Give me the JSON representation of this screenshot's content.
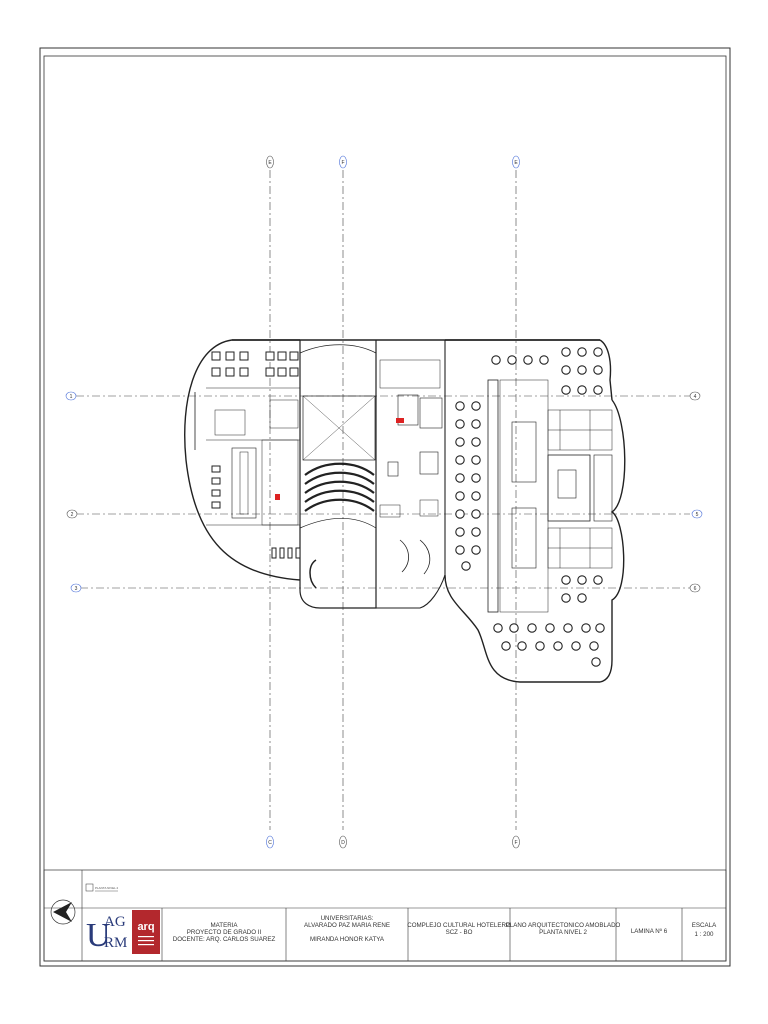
{
  "sheet": {
    "view_label": "PLANTA NIVEL 2",
    "title_block": {
      "materia": [
        "MATERIA",
        "PROYECTO DE GRADO II",
        "DOCENTE: ARQ. CARLOS SUAREZ"
      ],
      "universitarias": [
        "UNIVERSITARIAS:",
        "ALVARADO PAZ MARIA RENE",
        "MIRANDA HONOR KATYA"
      ],
      "proyecto": [
        "COMPLEJO CULTURAL HOTELERO",
        "SCZ - BO"
      ],
      "plano": [
        "PLANO ARQUITECTONICO AMOBLADO",
        "PLANTA NIVEL 2"
      ],
      "lamina": "LAMINA Nº 6",
      "escala": [
        "ESCALA",
        "1 : 200"
      ]
    },
    "logo": {
      "letters": [
        "U",
        "AG",
        "RM"
      ],
      "badge": "arq",
      "colors": {
        "primary": "#2a3b7a",
        "badge": "#b3282d"
      }
    }
  },
  "grid_axes": {
    "vertical_tops": [
      "E",
      "F",
      "E"
    ],
    "vertical_bottoms": [
      "C",
      "D",
      "F"
    ],
    "left": [
      "1",
      "2",
      "3"
    ],
    "right": [
      "4",
      "5",
      "6"
    ]
  }
}
